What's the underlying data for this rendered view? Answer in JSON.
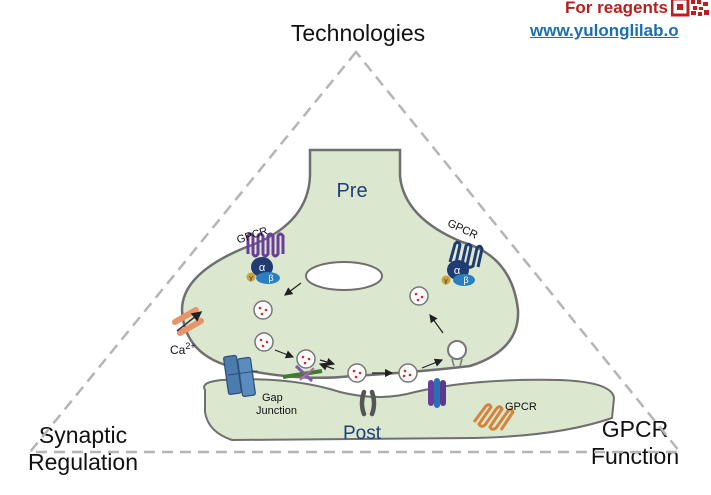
{
  "corners": {
    "top": "Technologies",
    "left_line1": "Synaptic",
    "left_line2": "Regulation",
    "right_line1": "GPCR",
    "right_line2": "Function"
  },
  "banner": {
    "reagents_text": "For reagents",
    "website": "www.yulonglilab.o"
  },
  "synapse": {
    "pre_label": "Pre",
    "post_label": "Post",
    "gpcr_left": "GPCR",
    "gpcr_right": "GPCR",
    "gpcr_post": "GPCR",
    "alpha": "α",
    "beta": "β",
    "gamma": "γ",
    "calcium": "Ca",
    "calcium_sup": "2+",
    "gap_line1": "Gap",
    "gap_line2": "Junction"
  },
  "colors": {
    "terminal_fill": "#dbe8cf",
    "membrane": "#6f6f6f",
    "triangle_dash": "#b5b5b5",
    "gpcr_purple": "#6a3d9a",
    "gpcr_navy": "#1f3c73",
    "gpcr_orange": "#d7823a",
    "vesicle_dot": "#d42a2a",
    "gap_junction": "#4a7cb0",
    "reagent_red": "#b8201f",
    "link_blue": "#1a6fb3"
  }
}
